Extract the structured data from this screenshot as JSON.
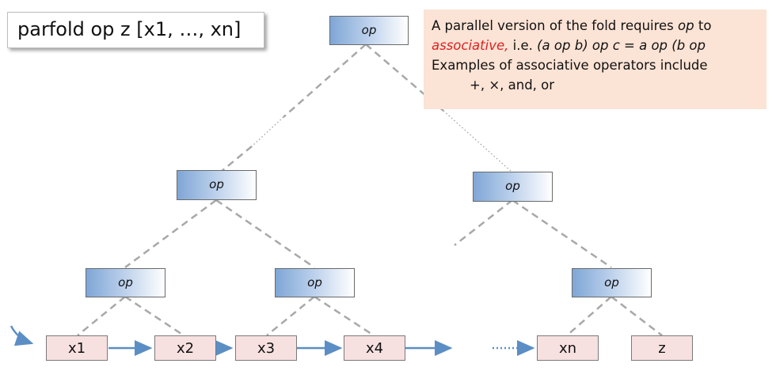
{
  "title": "parfold op z [x1, …, xn]",
  "note": {
    "line1": "A parallel version of the fold requires",
    "line1_op": "op",
    "line1_end": "to",
    "line2_red": "associative,",
    "line2_rest": "i.e.",
    "line2_formula": "(a op b) op  c  = a op  (b op",
    "line3": "Examples of associative operators include",
    "line4": "+, ×, and, or"
  },
  "ops": {
    "root": "op",
    "mid_left": "op",
    "mid_right": "op",
    "low_1": "op",
    "low_2": "op",
    "low_3": "op"
  },
  "leaves": [
    "x1",
    "x2",
    "x3",
    "x4",
    "xn",
    "z"
  ],
  "colors": {
    "arrow": "#5b8ec4",
    "dashed_line": "#a8a8a8",
    "note_bg": "#fbe3d5",
    "leaf_bg": "#f7e0e0",
    "associative_text": "#e02020"
  }
}
